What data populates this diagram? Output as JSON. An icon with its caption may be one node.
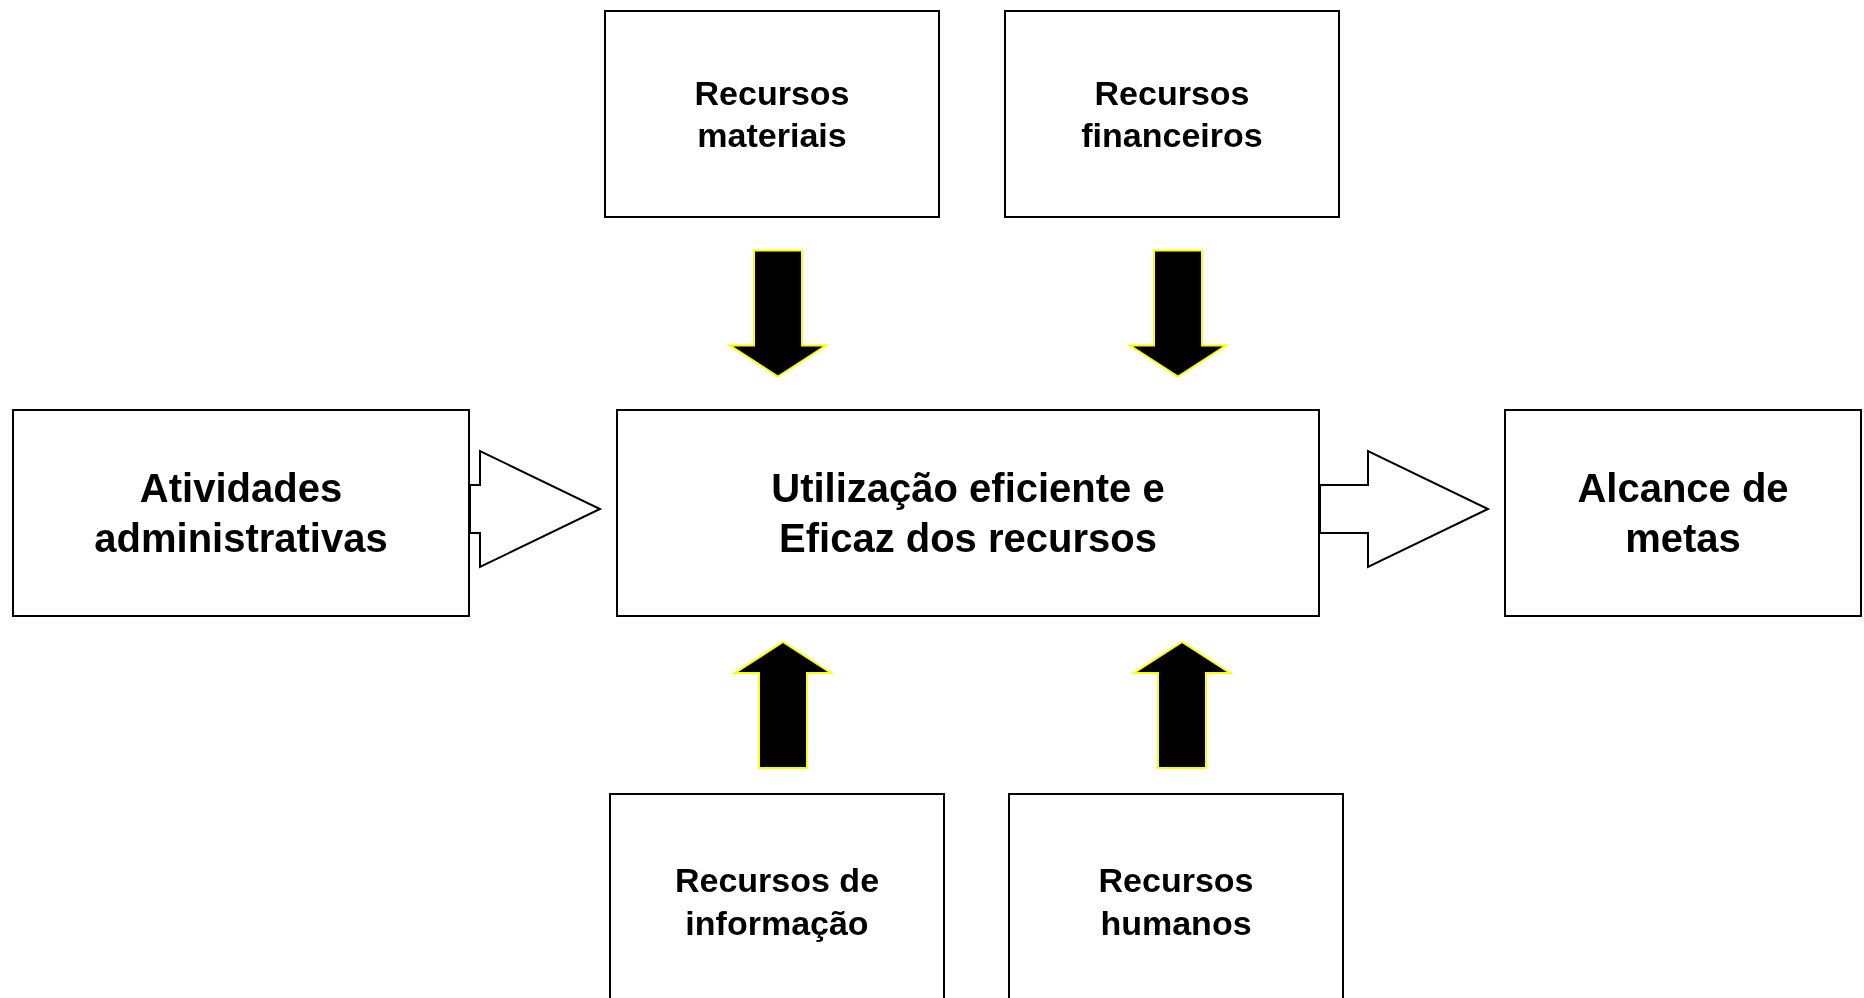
{
  "diagram": {
    "nodes": [
      {
        "text": [
          "Recursos materiais"
        ]
      },
      {
        "text": [
          "Recursos financeiros"
        ]
      },
      {
        "text": [
          "Atividades administrativas"
        ]
      },
      {
        "text": [
          "Utilização eficiente e Eficaz dos recursos"
        ]
      },
      {
        "text": [
          "Alcance de metas"
        ]
      },
      {
        "text": [
          "Recursos de informação"
        ]
      },
      {
        "text": [
          "Recursos humanos"
        ]
      }
    ],
    "edges": [
      {
        "from": 0,
        "to": 3,
        "arrow": "to"
      },
      {
        "from": 1,
        "to": 3,
        "arrow": "to"
      },
      {
        "from": 2,
        "to": 3,
        "arrow": "to",
        "color": "#ffffff"
      },
      {
        "from": 3,
        "to": 4,
        "arrow": "to",
        "color": "#ffffff"
      },
      {
        "from": 5,
        "to": 3,
        "arrow": "to"
      },
      {
        "from": 6,
        "to": 3,
        "arrow": "to"
      }
    ]
  }
}
